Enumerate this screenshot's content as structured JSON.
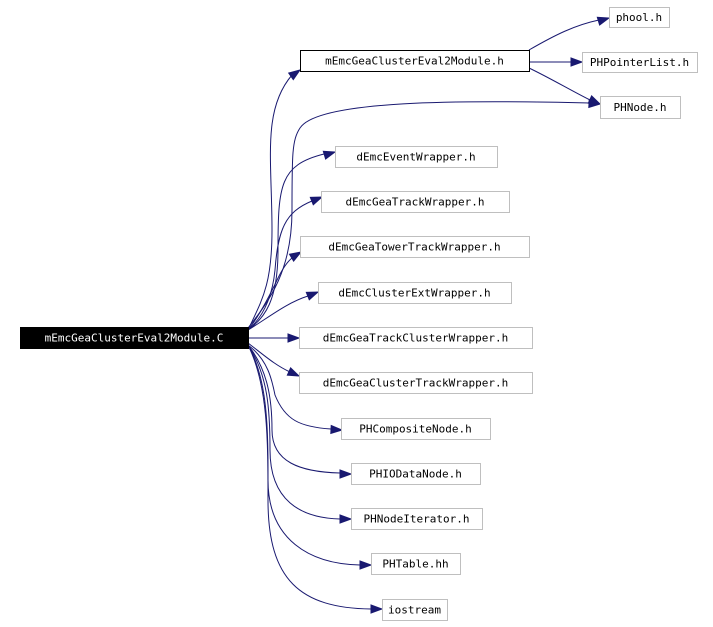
{
  "diagram": {
    "nodes": [
      {
        "id": "root",
        "label": "mEmcGeaClusterEval2Module.C",
        "style": "root"
      },
      {
        "id": "n1",
        "label": "mEmcGeaClusterEval2Module.h",
        "style": "dark"
      },
      {
        "id": "n2",
        "label": "phool.h"
      },
      {
        "id": "n3",
        "label": "PHPointerList.h"
      },
      {
        "id": "n4",
        "label": "PHNode.h"
      },
      {
        "id": "n5",
        "label": "dEmcEventWrapper.h"
      },
      {
        "id": "n6",
        "label": "dEmcGeaTrackWrapper.h"
      },
      {
        "id": "n7",
        "label": "dEmcGeaTowerTrackWrapper.h"
      },
      {
        "id": "n8",
        "label": "dEmcClusterExtWrapper.h"
      },
      {
        "id": "n9",
        "label": "dEmcGeaTrackClusterWrapper.h"
      },
      {
        "id": "n10",
        "label": "dEmcGeaClusterTrackWrapper.h"
      },
      {
        "id": "n11",
        "label": "PHCompositeNode.h"
      },
      {
        "id": "n12",
        "label": "PHIODataNode.h"
      },
      {
        "id": "n13",
        "label": "PHNodeIterator.h"
      },
      {
        "id": "n14",
        "label": "PHTable.hh"
      },
      {
        "id": "n15",
        "label": "iostream"
      }
    ],
    "edges": [
      {
        "from": "root",
        "to": "n1"
      },
      {
        "from": "root",
        "to": "n4"
      },
      {
        "from": "root",
        "to": "n5"
      },
      {
        "from": "root",
        "to": "n6"
      },
      {
        "from": "root",
        "to": "n7"
      },
      {
        "from": "root",
        "to": "n8"
      },
      {
        "from": "root",
        "to": "n9"
      },
      {
        "from": "root",
        "to": "n10"
      },
      {
        "from": "root",
        "to": "n11"
      },
      {
        "from": "root",
        "to": "n12"
      },
      {
        "from": "root",
        "to": "n13"
      },
      {
        "from": "root",
        "to": "n14"
      },
      {
        "from": "root",
        "to": "n15"
      },
      {
        "from": "n1",
        "to": "n2"
      },
      {
        "from": "n1",
        "to": "n3"
      },
      {
        "from": "n1",
        "to": "n4"
      }
    ],
    "colors": {
      "edge": "#191970",
      "node_border": "#bfbfbf",
      "root_fill": "#000000",
      "root_text": "#ffffff"
    }
  }
}
